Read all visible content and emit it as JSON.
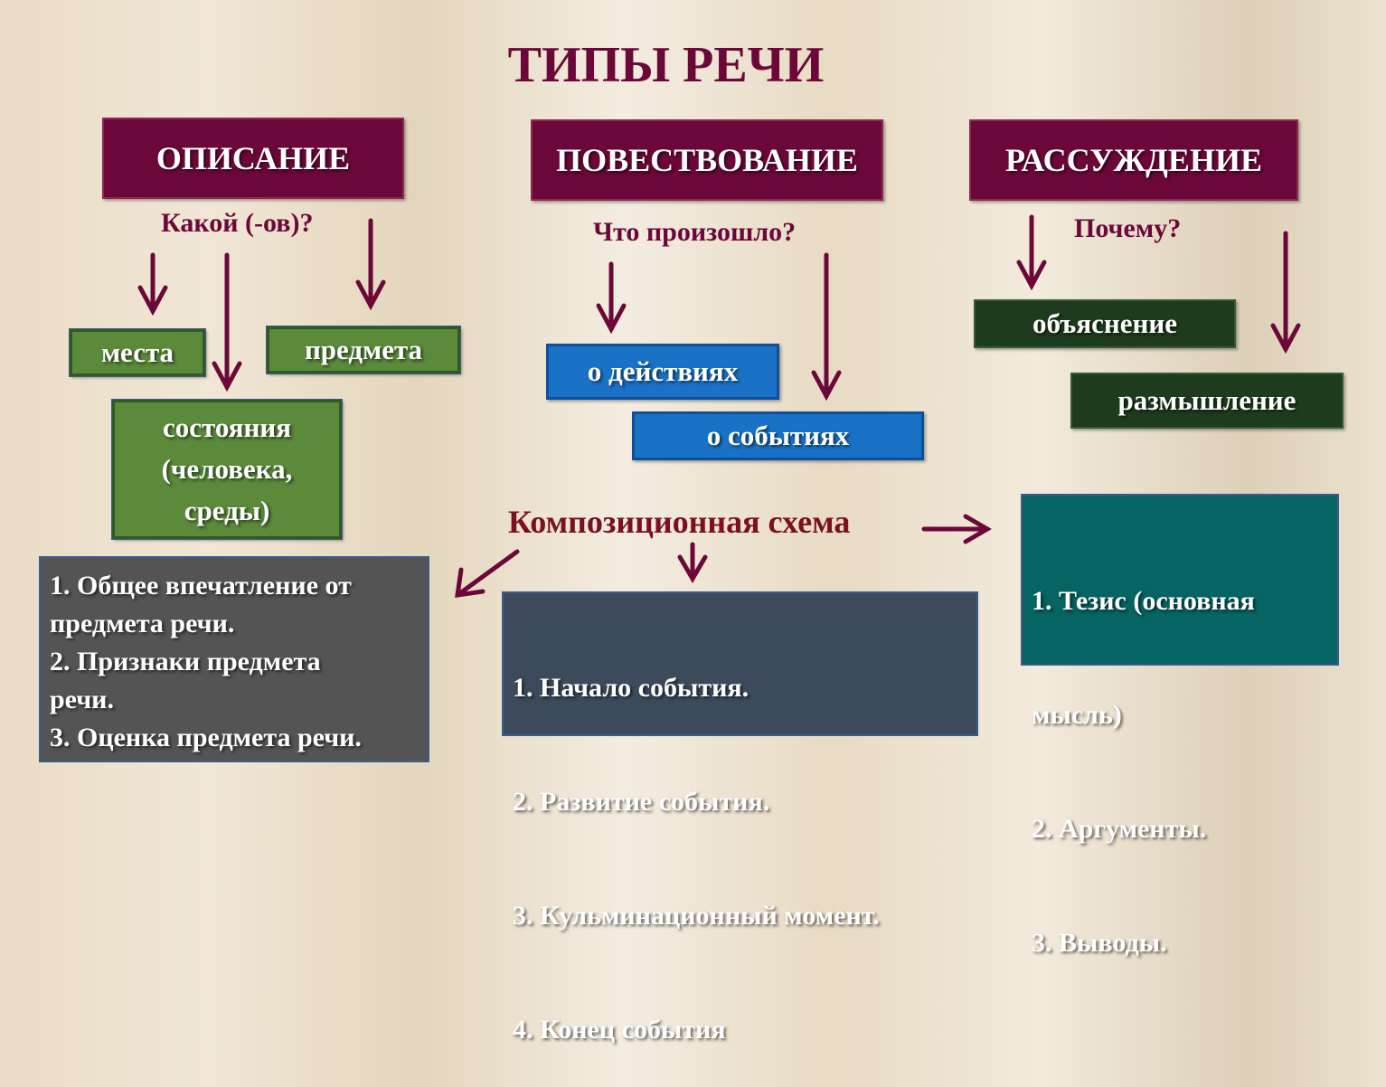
{
  "title": "ТИПЫ РЕЧИ",
  "types": [
    {
      "label": "ОПИСАНИЕ",
      "question": "Какой (-ов)?",
      "subtypes": [
        "места",
        "предмета",
        "состояния (человека, среды)"
      ]
    },
    {
      "label": "ПОВЕСТВОВАНИЕ",
      "question": "Что произошло?",
      "subtypes": [
        "о действиях",
        "о событиях"
      ]
    },
    {
      "label": "РАССУЖДЕНИЕ",
      "question": "Почему?",
      "subtypes": [
        "объяснение",
        "размышление"
      ]
    }
  ],
  "scheme_label": "Композиционная схема",
  "schemes": {
    "description": [
      "1. Общее впечатление от",
      "предмета речи.",
      "2. Признаки предмета",
      "речи.",
      "3. Оценка предмета речи."
    ],
    "narration": [
      "1.  Начало события.",
      "2.  Развитие события.",
      "3.  Кульминационный момент.",
      "4.  Конец события"
    ],
    "reasoning": [
      "1.  Тезис (основная",
      "     мысль)",
      "2.  Аргументы.",
      "3.  Выводы."
    ]
  },
  "colors": {
    "accent": "#6c0839",
    "green": "#5b8a3a",
    "dark_green": "#1f3b1e",
    "blue": "#1a72c6",
    "gray": "#545454",
    "slate": "#3d4a5c",
    "teal": "#066462"
  }
}
